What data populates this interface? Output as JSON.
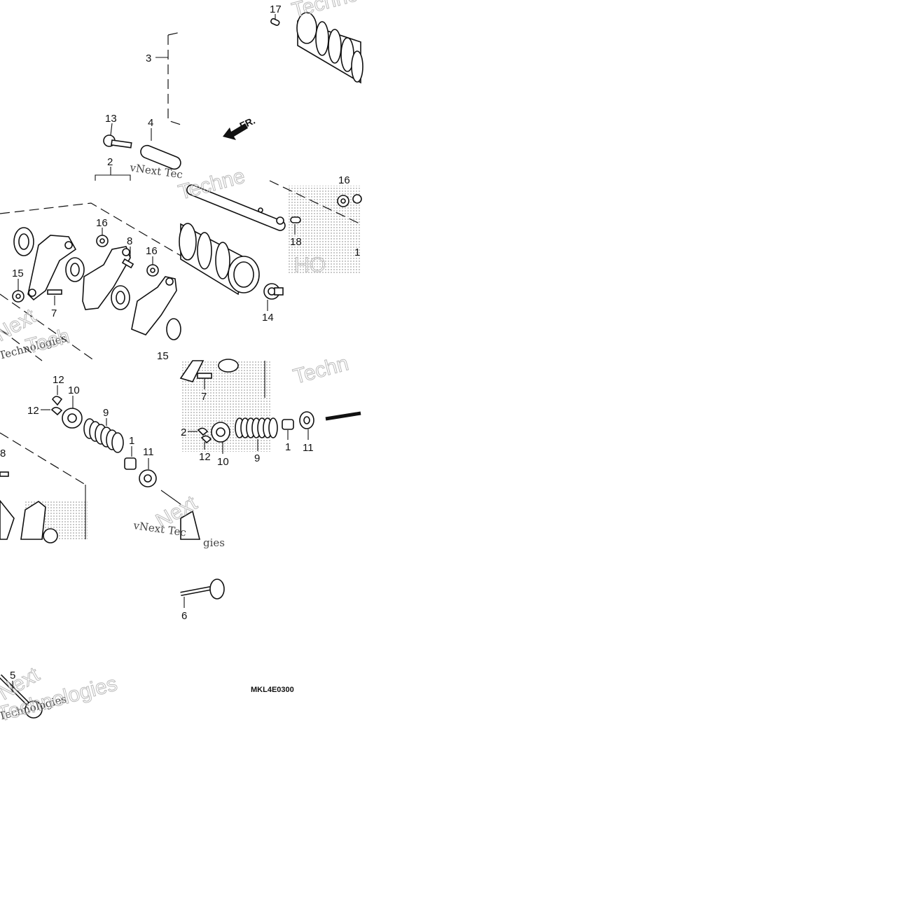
{
  "diagram": {
    "drawing_code": "MKL4E0300",
    "direction_label": "FR.",
    "watermarks": [
      "vNext Tec",
      "Technologies",
      "vNext Tec",
      "gies",
      "Technc",
      "Technologies",
      "Techn",
      "Tech",
      "Technologies",
      "Techne",
      "Next",
      "Next",
      "Next",
      "HO"
    ],
    "callouts": {
      "c17": "17",
      "c3": "3",
      "c13": "13",
      "c4": "4",
      "c2": "2",
      "c16a": "16",
      "c8a": "8",
      "c16b": "16",
      "c15a": "15",
      "c7a": "7",
      "c15b": "15",
      "c18": "18",
      "c14": "14",
      "c1a": "1",
      "c12a": "12",
      "c10a": "10",
      "c12b": "12",
      "c9a": "9",
      "c1b": "1",
      "c11a": "11",
      "c8b": "8",
      "c7b": "7",
      "c2b": "2",
      "c12c": "12",
      "c10b": "10",
      "c9b": "9",
      "c1c": "1",
      "c11b": "11",
      "c6": "6",
      "c5": "5",
      "c16c": "16"
    }
  }
}
